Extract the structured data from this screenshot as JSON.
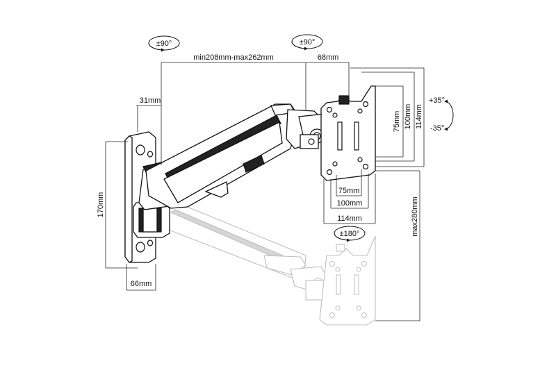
{
  "labels": {
    "rot_wall": "±90°",
    "rot_arm": "±90°",
    "rot_tilt_up": "+35°",
    "rot_tilt_down": "-35°",
    "rot_screen": "±180°",
    "reach": "min208mm-max262mm",
    "head_depth": "68mm",
    "wall_offset": "31mm",
    "plate_height": "170mm",
    "plate_width": "66mm",
    "vesa_inner_h": "75mm",
    "vesa_outer_h": "100mm",
    "plate_h": "114mm",
    "vesa_inner_w": "75mm",
    "vesa_outer_w": "100mm",
    "plate_w": "114mm",
    "height_adjust": "max280mm"
  }
}
